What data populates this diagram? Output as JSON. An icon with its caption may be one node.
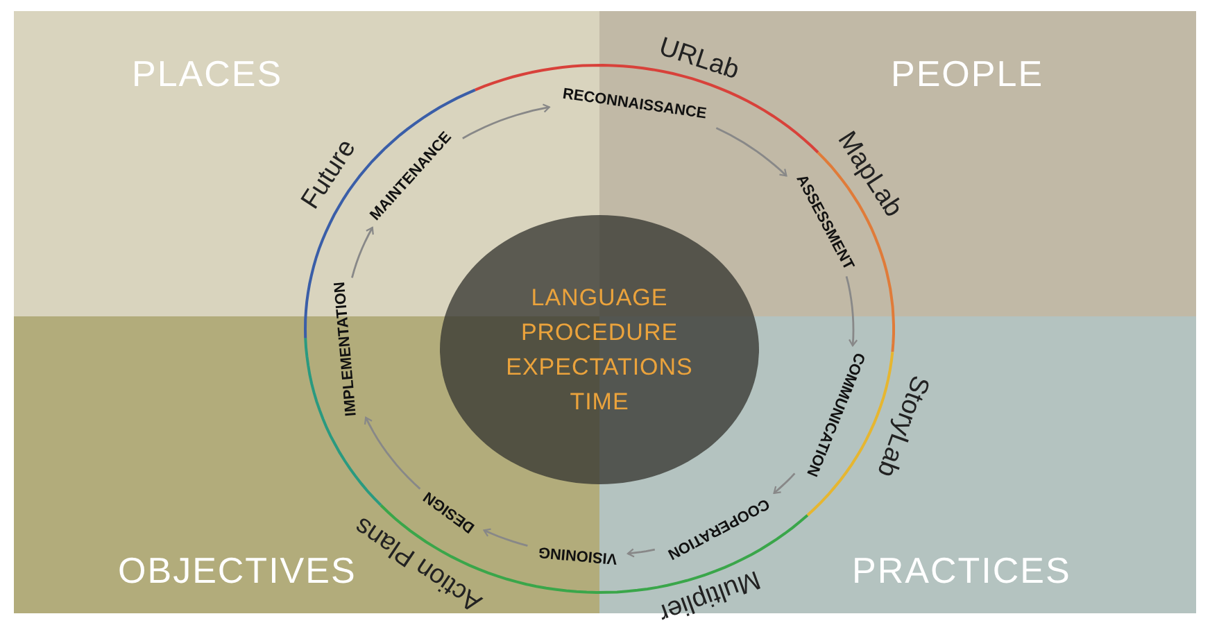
{
  "diagram": {
    "nodes": [
      {
        "text": [
          "LANGUAGE",
          "PROCEDURE",
          "EXPECTATIONS",
          "TIME"
        ]
      },
      {
        "text": [
          "RECONNAISSANCE"
        ]
      },
      {
        "text": [
          "ASSESSMENT"
        ]
      },
      {
        "text": [
          "COMMUNICATION"
        ]
      },
      {
        "text": [
          "COOPERATION"
        ]
      },
      {
        "text": [
          "VISIONING"
        ]
      },
      {
        "text": [
          "DESIGN"
        ]
      },
      {
        "text": [
          "IMPLEMENTATION"
        ]
      },
      {
        "text": [
          "MAINTENANCE"
        ]
      }
    ],
    "edges": [
      {
        "from": 1,
        "to": 2,
        "arrow": "to"
      },
      {
        "from": 2,
        "to": 3,
        "arrow": "to"
      },
      {
        "from": 3,
        "to": 4,
        "arrow": "to"
      },
      {
        "from": 4,
        "to": 5,
        "arrow": "to"
      },
      {
        "from": 5,
        "to": 6,
        "arrow": "to"
      },
      {
        "from": 6,
        "to": 7,
        "arrow": "to"
      },
      {
        "from": 7,
        "to": 8,
        "arrow": "to"
      },
      {
        "from": 8,
        "to": 1,
        "arrow": "to"
      }
    ],
    "labels": [
      "PLACES",
      "URLab",
      "PEOPLE",
      "MapLab",
      "Future",
      "StoryLab",
      "Action Plans",
      "Multiplier",
      "OBJECTIVES",
      "PRACTICES"
    ]
  }
}
